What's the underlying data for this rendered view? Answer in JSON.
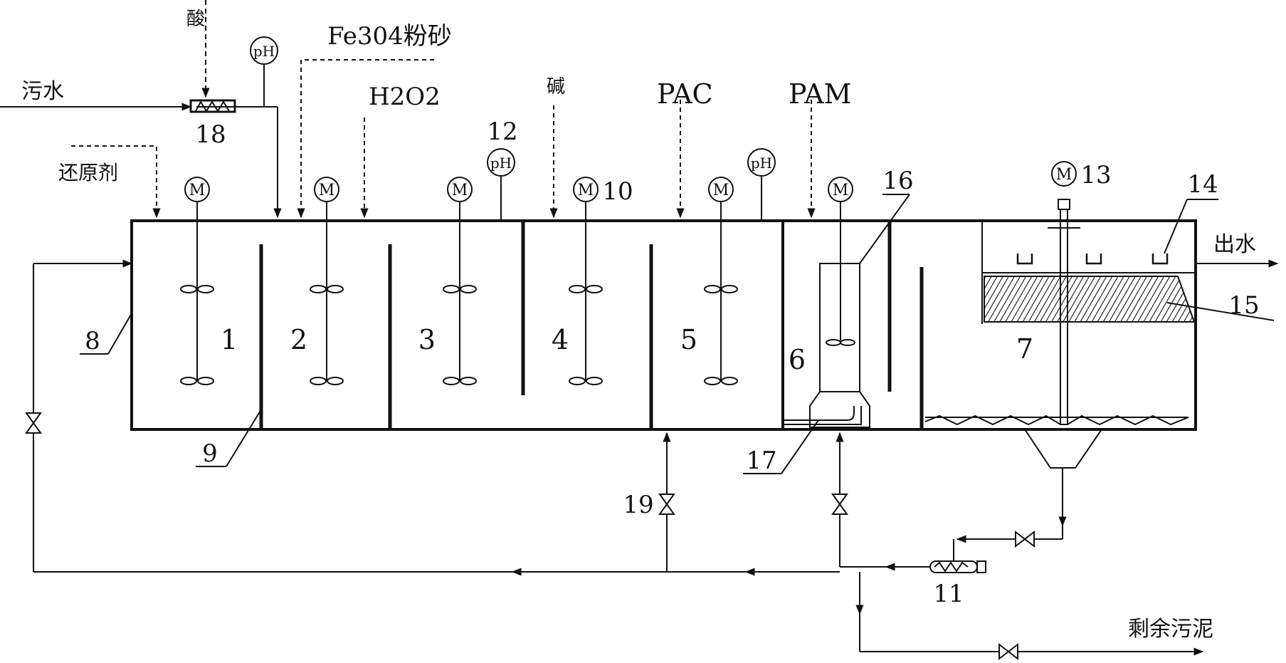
{
  "inputs": {
    "wastewater": "污水",
    "acid": "酸",
    "reductant": "还原剂",
    "fe3o4": "Fe304粉砂",
    "h2o2": "H2O2",
    "alkali": "碱",
    "pac": "PAC",
    "pam": "PAM"
  },
  "outputs": {
    "effluent": "出水",
    "excess_sludge": "剩余污泥"
  },
  "gauges": {
    "ph": "pH",
    "motor": "M"
  },
  "chambers": [
    "1",
    "2",
    "3",
    "4",
    "5",
    "6",
    "7"
  ],
  "callouts": {
    "c8": "8",
    "c9": "9",
    "c10": "10",
    "c11": "11",
    "c12": "12",
    "c13": "13",
    "c14": "14",
    "c15": "15",
    "c16": "16",
    "c17": "17",
    "c18": "18",
    "c19": "19"
  }
}
